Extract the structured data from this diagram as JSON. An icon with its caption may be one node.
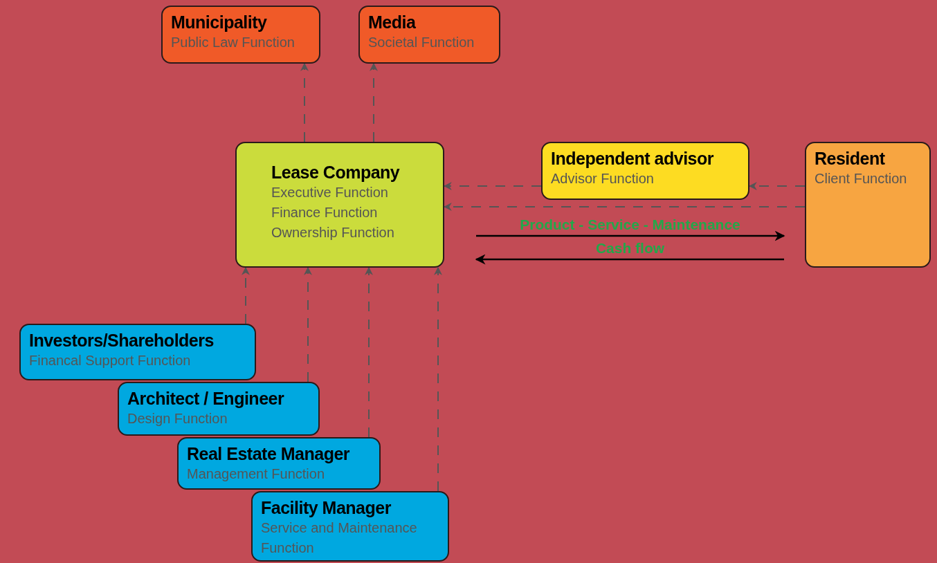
{
  "diagram": {
    "nodes": [
      {
        "text": [
          "Municipality",
          "Public Law Function"
        ]
      },
      {
        "text": [
          "Media",
          "Societal Function"
        ]
      },
      {
        "text": [
          "Lease Company",
          "Executive Function",
          "Finance Function",
          "Ownership Function"
        ]
      },
      {
        "text": [
          "Independent advisor",
          "Advisor Function"
        ]
      },
      {
        "text": [
          "Resident",
          "Client Function"
        ]
      },
      {
        "text": [
          "Investors/Shareholders",
          "Financal Support Function"
        ]
      },
      {
        "text": [
          "Architect / Engineer",
          "Design Function"
        ]
      },
      {
        "text": [
          "Real Estate Manager",
          "Management Function"
        ]
      },
      {
        "text": [
          "Facility Manager",
          "Service and Maintenance Function"
        ]
      }
    ],
    "edges": [
      {
        "from": 2,
        "to": 0,
        "arrow": "to",
        "style": "dashed"
      },
      {
        "from": 2,
        "to": 1,
        "arrow": "to",
        "style": "dashed"
      },
      {
        "from": 3,
        "to": 2,
        "arrow": "to",
        "style": "dashed"
      },
      {
        "from": 4,
        "to": 3,
        "arrow": "to",
        "style": "dashed"
      },
      {
        "from": 4,
        "to": 2,
        "arrow": "to",
        "style": "dashed"
      },
      {
        "from": 2,
        "to": 4,
        "arrow": "to",
        "label": "Product - Service - Maintenance",
        "color": "#000000"
      },
      {
        "from": 4,
        "to": 2,
        "arrow": "to",
        "label": "Cash flow",
        "color": "#000000"
      },
      {
        "from": 5,
        "to": 2,
        "arrow": "to",
        "style": "dashed"
      },
      {
        "from": 6,
        "to": 2,
        "arrow": "to",
        "style": "dashed"
      },
      {
        "from": 7,
        "to": 2,
        "arrow": "to",
        "style": "dashed"
      },
      {
        "from": 8,
        "to": 2,
        "arrow": "to",
        "style": "dashed"
      }
    ]
  }
}
